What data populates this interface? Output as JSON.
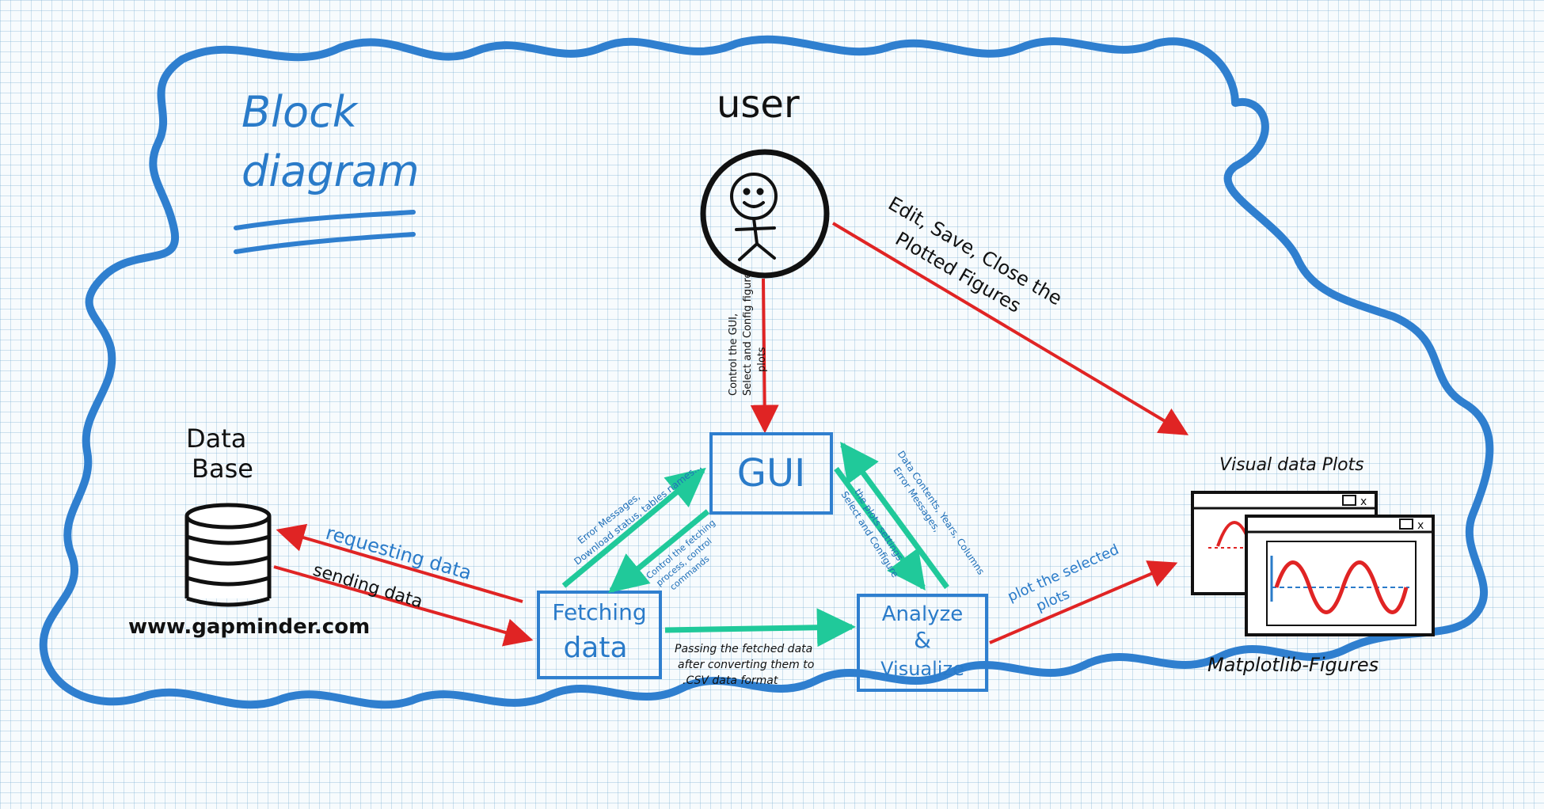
{
  "title": {
    "line1": "Block",
    "line2": "diagram"
  },
  "user": {
    "label": "user"
  },
  "database": {
    "label_line1": "Data",
    "label_line2": "Base",
    "url": "www.gapminder.com"
  },
  "blocks": {
    "gui": "GUI",
    "fetching_line1": "Fetching",
    "fetching_line2": "data",
    "analyze_line1": "Analyze",
    "analyze_line2": "&",
    "analyze_line3": "Visualize"
  },
  "plots": {
    "label_top": "Visual data Plots",
    "label_bottom": "Matplotlib-Figures"
  },
  "arrows": {
    "user_to_gui_line1": "Control the GUI,",
    "user_to_gui_line2": "Select and Config figure",
    "user_to_gui_line3": "plots",
    "user_to_plots_line1": "Edit, Save, Close the",
    "user_to_plots_line2": "Plotted Figures",
    "requesting": "requesting data",
    "sending": "sending data",
    "fetch_to_gui_line1": "Error Messages,",
    "fetch_to_gui_line2": "Download status, tables names...",
    "gui_to_fetch_line1": "Control the fetching",
    "gui_to_fetch_line2": "process, control",
    "gui_to_fetch_line3": "commands",
    "gui_to_analyze_line1": "Select and Configure",
    "gui_to_analyze_line2": "the plots settings",
    "analyze_to_gui_line1": "Error Messages,",
    "analyze_to_gui_line2": "Data Contents, Years, Columns",
    "fetch_to_analyze_line1": "Passing the fetched data",
    "fetch_to_analyze_line2": "after converting them to",
    "fetch_to_analyze_line3": ".CSV data format",
    "analyze_to_plots_line1": "plot the selected",
    "analyze_to_plots_line2": "plots"
  },
  "colors": {
    "cloud": "#2f7fcf",
    "block": "#2f7fcf",
    "red_arrow": "#e02424",
    "green_arrow": "#20c99a",
    "ink": "#111111"
  }
}
